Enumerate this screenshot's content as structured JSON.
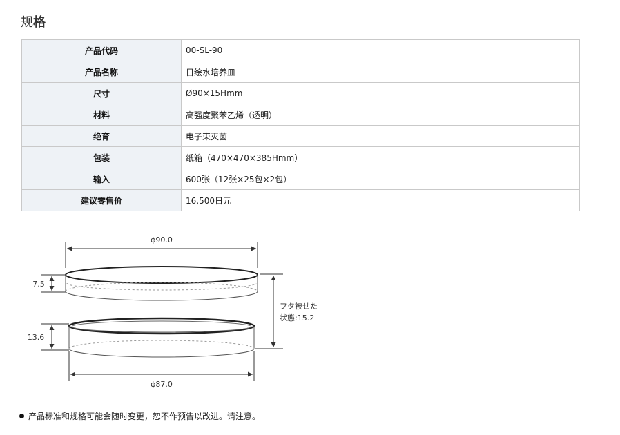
{
  "title": {
    "part1": "规",
    "part2": "格"
  },
  "spec_rows": [
    {
      "key": "产品代码",
      "value": "00-SL-90"
    },
    {
      "key": "产品名称",
      "value": "日绘水培养皿"
    },
    {
      "key": "尺寸",
      "value": "Ø90×15Hmm"
    },
    {
      "key": "材料",
      "value": "高强度聚苯乙烯（透明）"
    },
    {
      "key": "绝育",
      "value": "电子束灭菌"
    },
    {
      "key": "包装",
      "value": "纸箱（470×470×385Hmm）"
    },
    {
      "key": "输入",
      "value": "600张（12张×25包×2包）"
    },
    {
      "key": "建议零售价",
      "value": "16,500日元"
    }
  ],
  "diagram": {
    "top_width": "ϕ90.0",
    "lid_height": "7.5",
    "dish_height": "13.6",
    "bottom_width": "ϕ87.0",
    "stacked_label_line1": "フタ被せた",
    "stacked_label_line2": "状態:15.2"
  },
  "note": "产品标准和规格可能会随时变更，恕不作预告以改进。请注意。"
}
